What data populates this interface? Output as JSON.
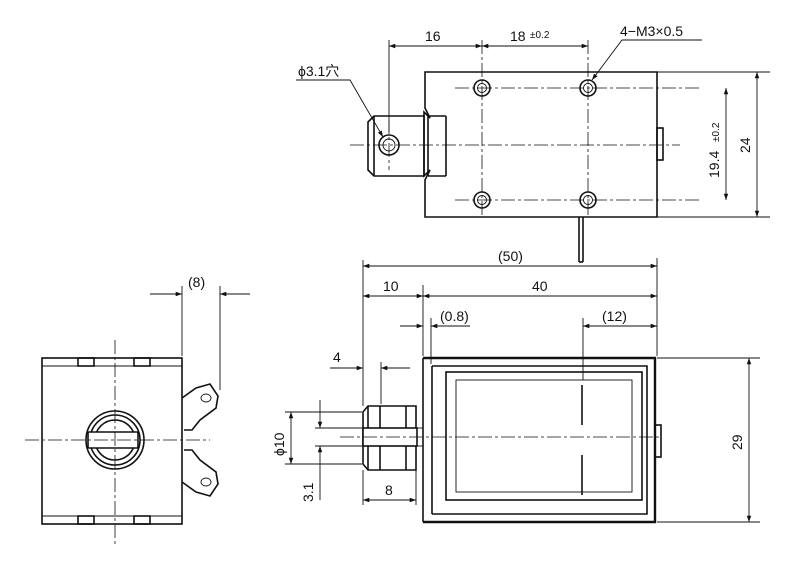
{
  "drawing": {
    "top_view": {
      "dim_16": "16",
      "dim_18": "18",
      "dim_18_tol": "±0.2",
      "thread_note": "4−M3×0.5",
      "hole_note": "ϕ3.1穴",
      "dim_19_4": "19.4",
      "dim_19_4_tol": "±0.2",
      "dim_24": "24"
    },
    "front_view": {
      "dim_50": "(50)",
      "dim_10": "10",
      "dim_40": "40",
      "dim_0_8": "(0.8)",
      "dim_12": "(12)",
      "dim_4": "4",
      "dim_phi10": "ϕ10",
      "dim_29": "29",
      "dim_3_1": "3.1",
      "dim_8": "8"
    },
    "side_view": {
      "dim_8_paren": "(8)"
    }
  }
}
